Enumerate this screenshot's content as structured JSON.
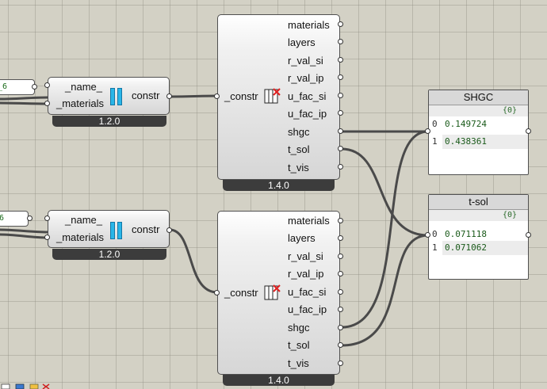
{
  "encoders": [
    {
      "inputs": [
        "_name_",
        "_materials"
      ],
      "output": "constr",
      "version": "1.2.0",
      "name_value": "_6"
    },
    {
      "inputs": [
        "_name_",
        "_materials"
      ],
      "output": "constr",
      "version": "1.2.0",
      "name_value": "6"
    }
  ],
  "decoders": [
    {
      "input": "_constr",
      "outputs": [
        "materials",
        "layers",
        "r_val_si",
        "r_val_ip",
        "u_fac_si",
        "u_fac_ip",
        "shgc",
        "t_sol",
        "t_vis"
      ],
      "version": "1.4.0"
    },
    {
      "input": "_constr",
      "outputs": [
        "materials",
        "layers",
        "r_val_si",
        "r_val_ip",
        "u_fac_si",
        "u_fac_ip",
        "shgc",
        "t_sol",
        "t_vis"
      ],
      "version": "1.4.0"
    }
  ],
  "panels": [
    {
      "title": "SHGC",
      "path": "{0}",
      "rows": [
        {
          "index": "0",
          "value": "0.149724"
        },
        {
          "index": "1",
          "value": "0.438361"
        }
      ]
    },
    {
      "title": "t-sol",
      "path": "{0}",
      "rows": [
        {
          "index": "0",
          "value": "0.071118"
        },
        {
          "index": "1",
          "value": "0.071062"
        }
      ]
    }
  ],
  "colors": {
    "canvas": "#d3d1c5",
    "wire": "#4a4a4a",
    "footer": "#3c3c3c",
    "icon_blue": "#29b6e8",
    "icon_red_x": "#e02020"
  },
  "icons": {
    "encoder": "construction-encoder-icon",
    "decoder": "construction-decoder-icon"
  }
}
